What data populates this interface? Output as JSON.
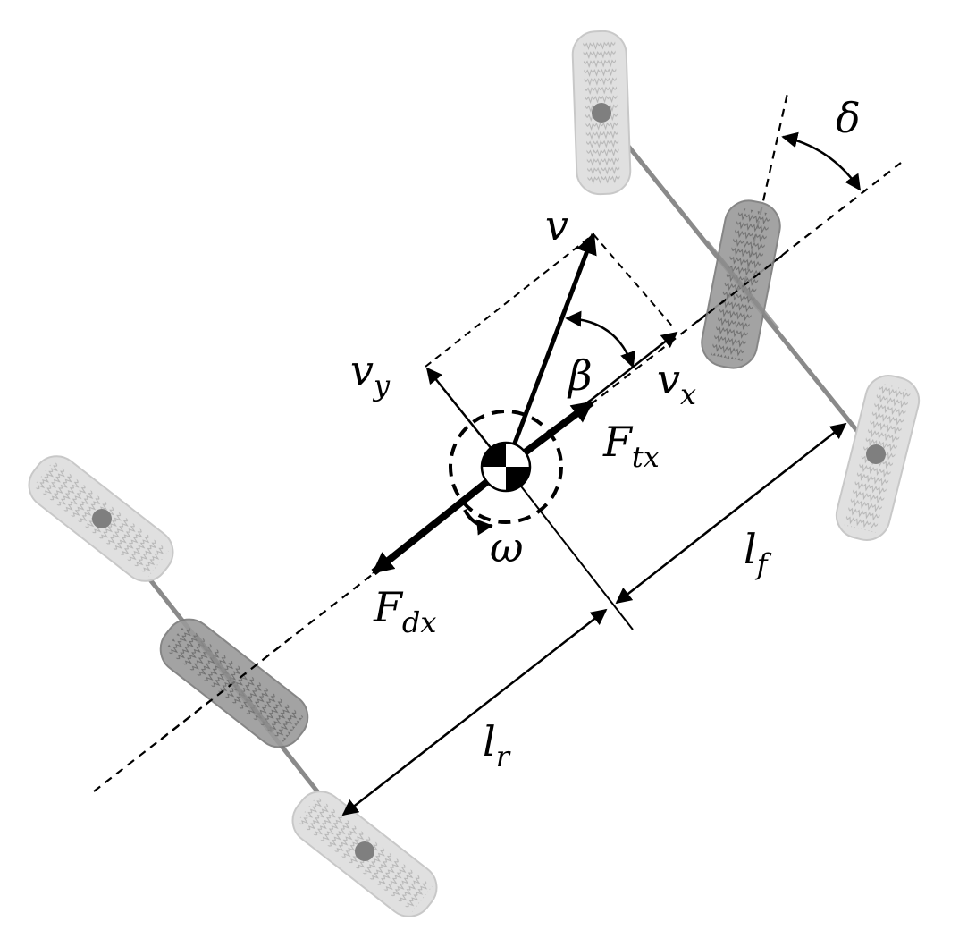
{
  "labels": {
    "delta": "δ",
    "v": "v",
    "beta": "β",
    "v_y": {
      "main": "v",
      "sub": "y"
    },
    "v_x": {
      "main": "v",
      "sub": "x"
    },
    "F_tx": {
      "main": "F",
      "sub": "tx"
    },
    "F_dx": {
      "main": "F",
      "sub": "dx"
    },
    "omega": "ω",
    "l_f": {
      "main": "l",
      "sub": "f"
    },
    "l_r": {
      "main": "l",
      "sub": "r"
    }
  },
  "colors": {
    "ink": "#000000",
    "axle": "#8a8a8a",
    "wheel_light": "#e0e0e0",
    "wheel_light_stroke": "#c8c8c8",
    "wheel_dark": "#9a9a9a",
    "wheel_dark_stroke": "#7a7a7a",
    "hub": "#7f7f7f"
  }
}
